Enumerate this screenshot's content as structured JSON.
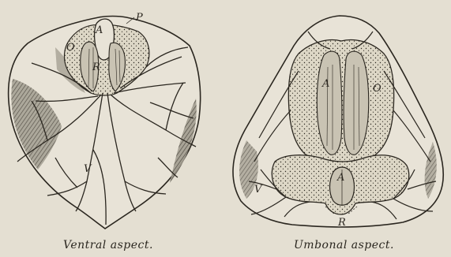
{
  "figures": [
    {
      "caption": "Ventral aspect.",
      "labels": {
        "P": "P",
        "A": "A",
        "O": "O",
        "R": "R",
        "V": "V"
      }
    },
    {
      "caption": "Umbonal aspect.",
      "labels": {
        "A_upper": "A",
        "O": "O",
        "A_lower": "A",
        "R": "R",
        "V": "V"
      }
    }
  ],
  "colors": {
    "paper": "#e4dfd2",
    "ink": "#2a261f",
    "shade": "#8c8779",
    "stipple": "#d9d3c2"
  }
}
